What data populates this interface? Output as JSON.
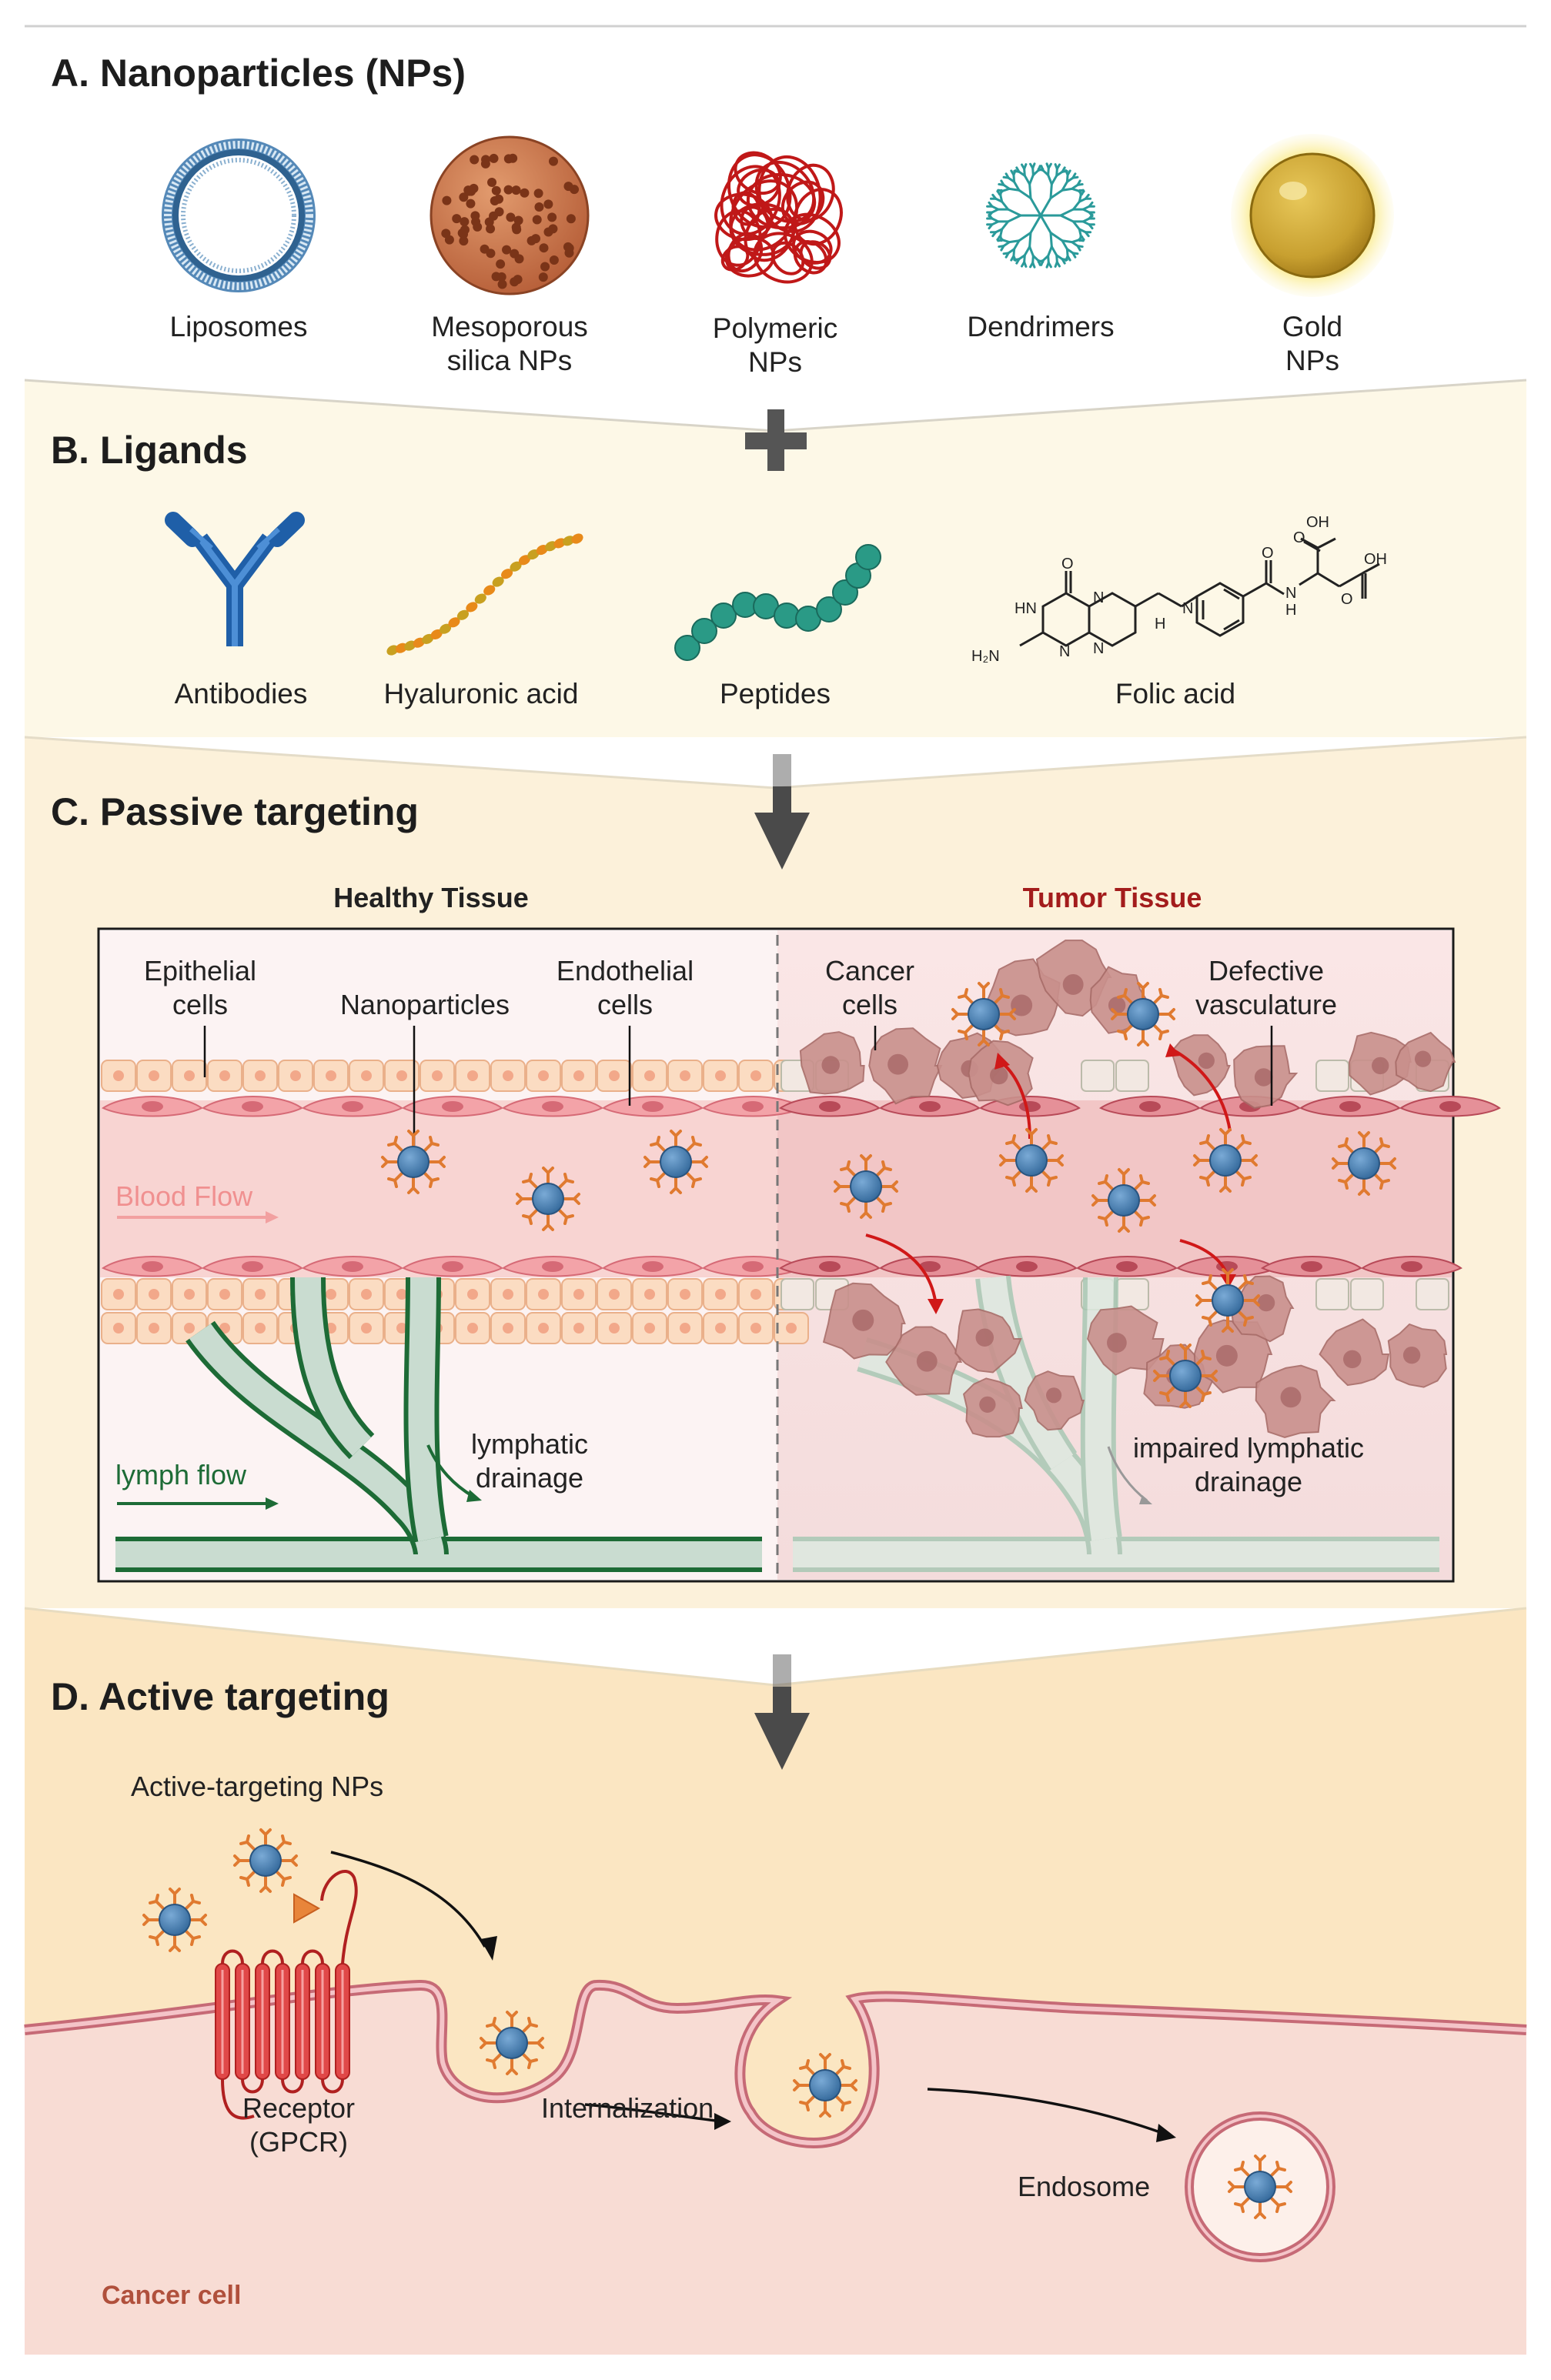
{
  "sections": {
    "a": {
      "title": "A. Nanoparticles (NPs)",
      "items": [
        {
          "line1": "Liposomes",
          "line2": ""
        },
        {
          "line1": "Mesoporous",
          "line2": "silica NPs"
        },
        {
          "line1": "Polymeric",
          "line2": "NPs"
        },
        {
          "line1": "Dendrimers",
          "line2": ""
        },
        {
          "line1": "Gold",
          "line2": "NPs"
        }
      ]
    },
    "b": {
      "title": "B. Ligands",
      "items": [
        "Antibodies",
        "Hyaluronic acid",
        "Peptides",
        "Folic acid"
      ],
      "chem_labels": {
        "oh1": "OH",
        "oh2": "OH",
        "o1": "O",
        "o2": "O",
        "o3": "O",
        "o4": "O",
        "hn": "HN",
        "n1": "N",
        "n2": "N",
        "n3": "N",
        "nh": "N",
        "h1": "H",
        "nh2": "N",
        "h2": "H",
        "h2n": "H₂N"
      }
    },
    "c": {
      "title": "C. Passive targeting",
      "healthy_title": "Healthy Tissue",
      "tumor_title": "Tumor Tissue",
      "labels": {
        "epithelial": {
          "line1": "Epithelial",
          "line2": "cells"
        },
        "nanoparticles": "Nanoparticles",
        "endothelial": {
          "line1": "Endothelial",
          "line2": "cells"
        },
        "cancer": {
          "line1": "Cancer",
          "line2": "cells"
        },
        "defective": {
          "line1": "Defective",
          "line2": "vasculature"
        },
        "blood_flow": "Blood Flow",
        "lymph_flow": "lymph flow",
        "lymphatic": {
          "line1": "lymphatic",
          "line2": "drainage"
        },
        "impaired": {
          "line1": "impaired lymphatic",
          "line2": "drainage"
        }
      }
    },
    "d": {
      "title": "D. Active targeting",
      "labels": {
        "active_nps": "Active-targeting NPs",
        "receptor": {
          "line1": "Receptor",
          "line2": "(GPCR)"
        },
        "internalization": "Internalization",
        "endosome": "Endosome",
        "cancer_cell": "Cancer cell"
      }
    }
  },
  "colors": {
    "band_b": "#fdf8e6",
    "band_c": "#fcf2dc",
    "band_d": "#fbeacb",
    "cell_bg": "#fbe0dc",
    "arrow": "#5a5a5a",
    "tumor_title": "#a31c1c",
    "lymph": "#1d6b36",
    "np_core": "#4a7fb0",
    "np_spike": "#e08030",
    "membrane": "#c05c6c",
    "red_arrow": "#d01818"
  }
}
